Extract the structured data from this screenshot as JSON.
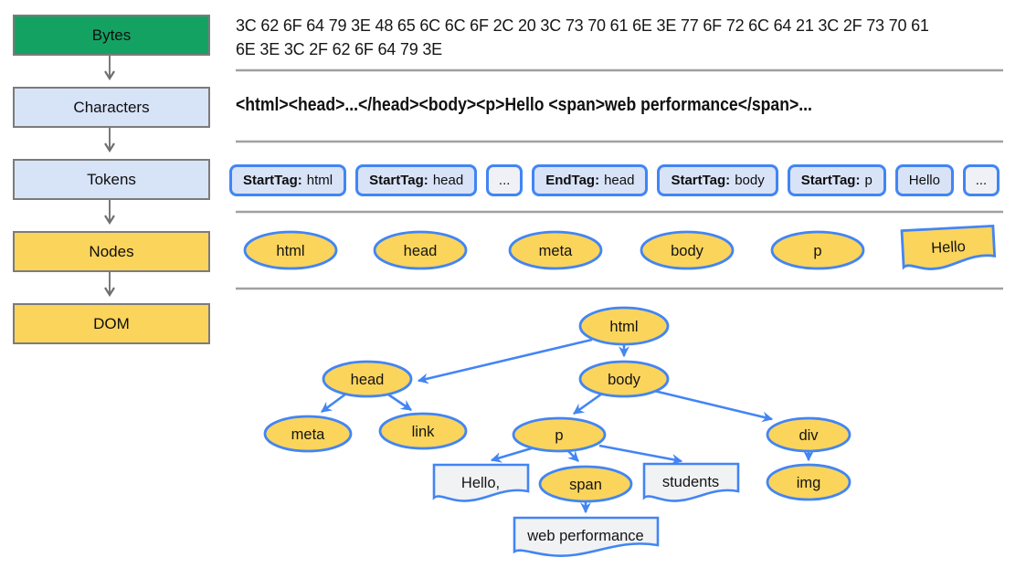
{
  "pipeline": {
    "stages": [
      {
        "label": "Bytes"
      },
      {
        "label": "Characters"
      },
      {
        "label": "Tokens"
      },
      {
        "label": "Nodes"
      },
      {
        "label": "DOM"
      }
    ]
  },
  "bytes": {
    "lines": [
      "3C 62 6F 64 79 3E 48 65 6C 6C 6F 2C 20 3C 73 70 61 6E 3E 77 6F 72 6C 64 21 3C 2F 73 70 61",
      "6E 3E 3C 2F 62 6F 64 79 3E"
    ]
  },
  "characters": {
    "text": "<html><head>...</head><body><p>Hello <span>web performance</span>..."
  },
  "tokens": {
    "items": [
      {
        "tag": "StartTag:",
        "value": "html"
      },
      {
        "tag": "StartTag:",
        "value": "head"
      },
      {
        "tag": "",
        "value": "..."
      },
      {
        "tag": "EndTag:",
        "value": "head"
      },
      {
        "tag": "StartTag:",
        "value": "body"
      },
      {
        "tag": "StartTag:",
        "value": "p"
      },
      {
        "tag": "",
        "value": "Hello"
      },
      {
        "tag": "",
        "value": "..."
      }
    ]
  },
  "nodes_row": {
    "ellipses": [
      "html",
      "head",
      "meta",
      "body",
      "p"
    ],
    "text_node": "Hello"
  },
  "dom_tree": {
    "nodes": [
      "html",
      "head",
      "body",
      "meta",
      "link",
      "p",
      "div",
      "span",
      "img"
    ],
    "text_nodes": [
      "Hello,",
      "students",
      "web performance"
    ]
  },
  "colors": {
    "stage_green": "#14a263",
    "stage_light_blue": "#d7e3f7",
    "node_yellow": "#fbd45c",
    "accent_blue": "#4285f4",
    "token_bg_blue": "#d8e3f8",
    "token_bg_light": "#eff1f6",
    "text_node_bg": "#f1f2f4",
    "divider_gray": "#a0a0a0",
    "connector_gray": "#7a7a7a"
  }
}
